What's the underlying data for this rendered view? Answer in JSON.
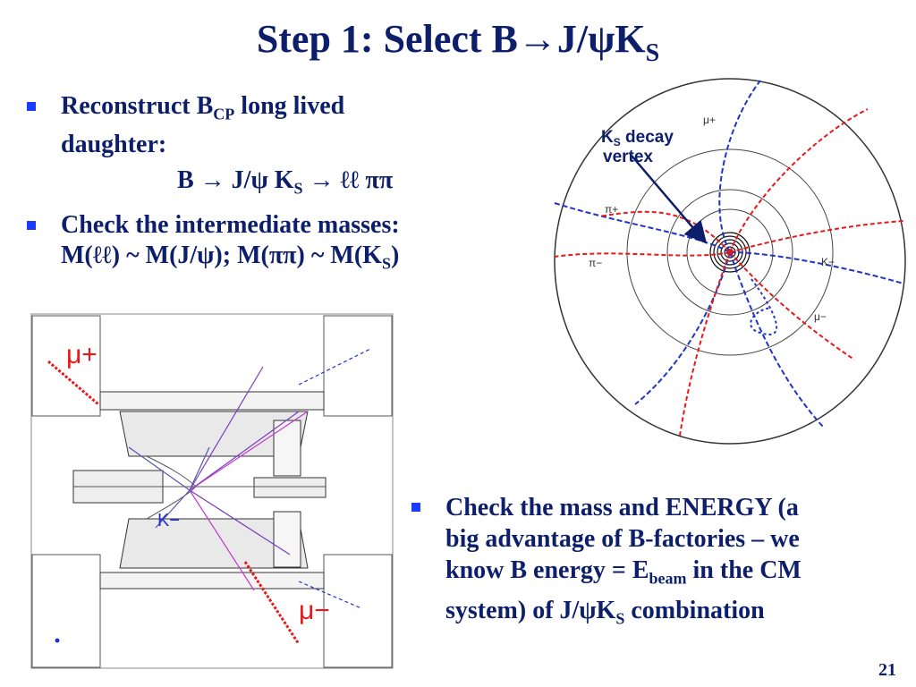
{
  "title": {
    "prefix": "Step 1: Select B",
    "arrow": "→",
    "mid": "J/ψK",
    "sub": "S"
  },
  "bullets": {
    "b1_line1_pre": "Reconstruct B",
    "b1_sub": "CP",
    "b1_line1_post": " long lived",
    "b1_line2": "daughter:",
    "formula_pre": "B → J/ψ K",
    "formula_sub": "S",
    "formula_post": " → ℓℓ ππ",
    "b2_line1": "Check the intermediate masses:",
    "b2_line2_pre": "M(ℓℓ) ~ M(J/ψ); M(ππ) ~ M(K",
    "b2_line2_sub": "S",
    "b2_line2_post": ")"
  },
  "right_bullet": {
    "line1": "Check the mass and ENERGY (a",
    "line2": "big advantage of B-factories – we",
    "line3_pre": "know B energy = E",
    "line3_sub": "beam",
    "line3_post": " in the CM",
    "line4_pre": "system) of J/ψK",
    "line4_sub": "S",
    "line4_post": " combination"
  },
  "event_display": {
    "ks_label_pre": "K",
    "ks_label_sub": "S",
    "ks_label_post": " decay",
    "vertex_label": "vertex",
    "mu_plus": "μ+",
    "pi_plus": "π+",
    "pi_minus": "π−",
    "k_minus": "K−",
    "mu_minus": "μ−"
  },
  "detector": {
    "mu_plus": "μ+",
    "mu_minus": "μ−",
    "k_minus": "K−"
  },
  "page_number": "21",
  "colors": {
    "text": "#0d1f6b",
    "bullet": "#1a3cff",
    "track_red": "#e8191b",
    "track_blue": "#2234c8"
  }
}
